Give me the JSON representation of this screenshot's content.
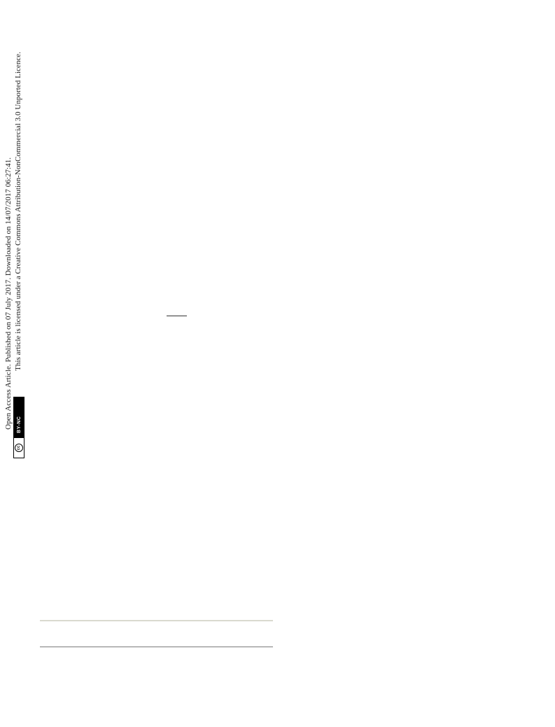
{
  "sidebar": {
    "line1": "Open Access Article. Published on 07 July 2017. Downloaded on 14/07/2017 06:27:41.",
    "line2": "This article is licensed under a Creative Commons Attribution-NonCommercial 3.0 Unported Licence.",
    "license_badge": {
      "cc_mark": "cc",
      "label": "BY-NC"
    }
  },
  "colors": {
    "text": "#1a1a1a",
    "badge_dark": "#000000",
    "footer_rule_light": "#d9d9cf",
    "footer_rule_dark": "#7a7a7a"
  }
}
